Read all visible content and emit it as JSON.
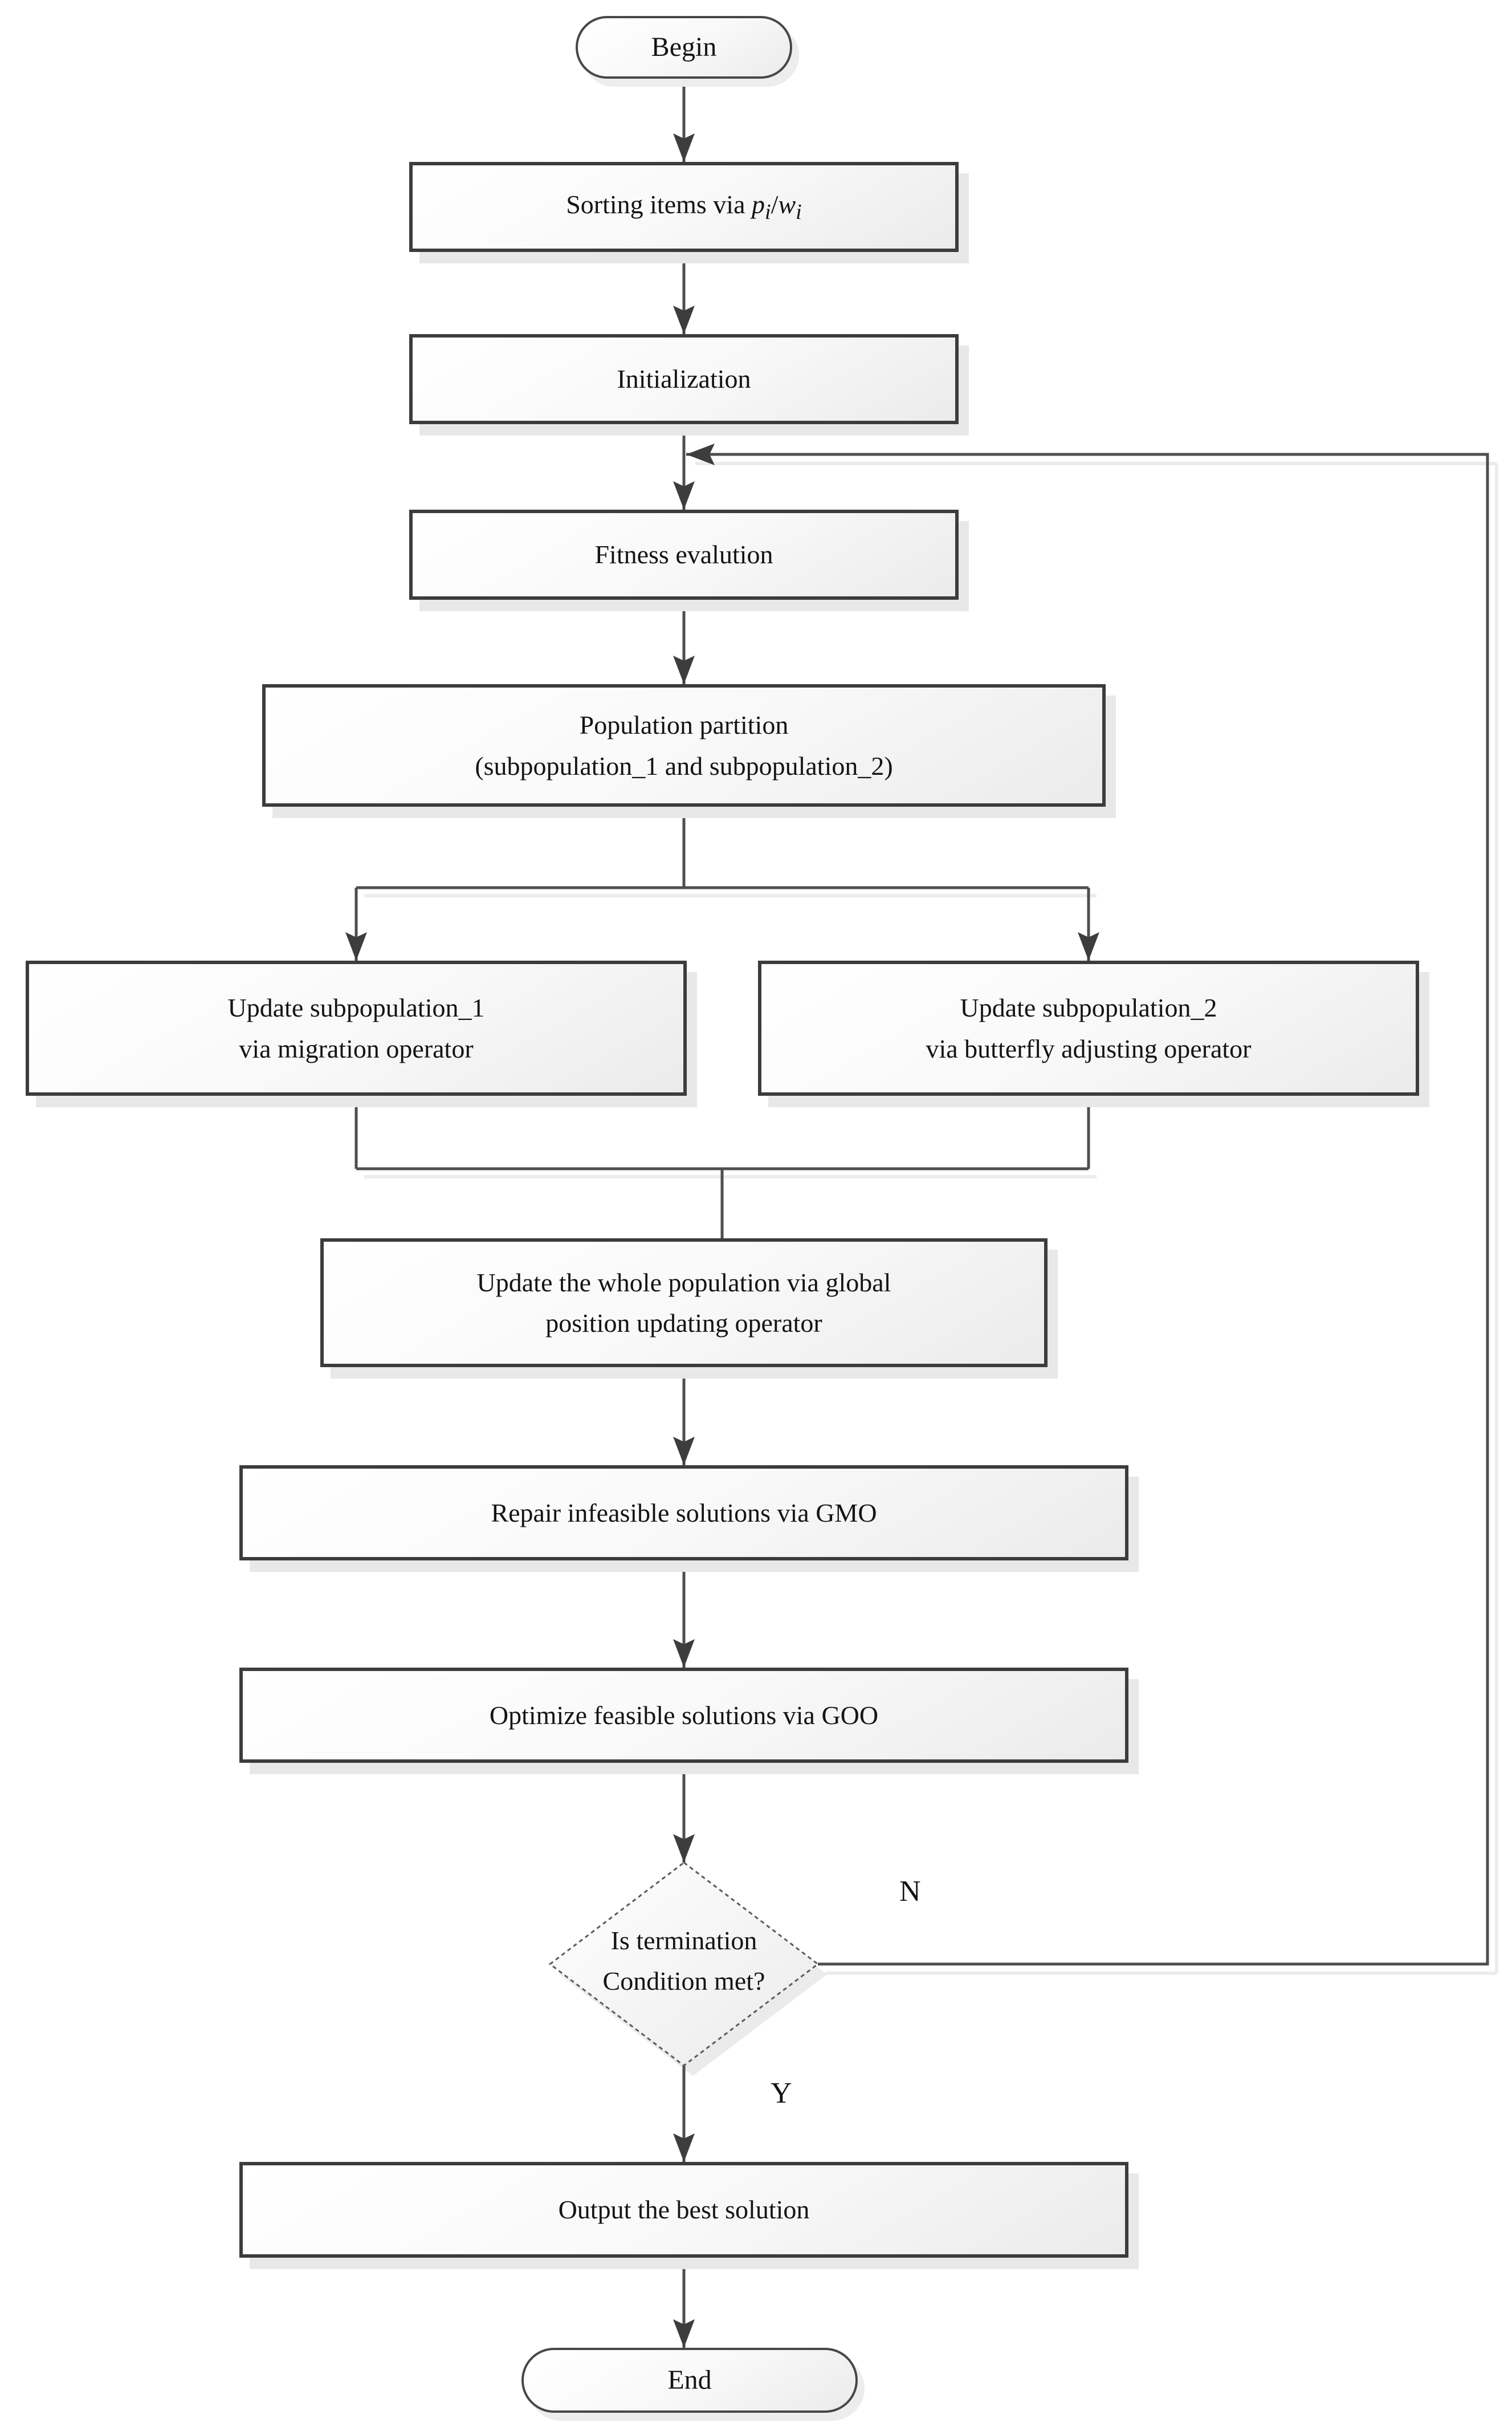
{
  "flowchart": {
    "nodes": {
      "begin": {
        "type": "terminator",
        "label": "Begin"
      },
      "sorting": {
        "type": "process",
        "label_html": "Sorting items via <i>p</i><sub><i>i</i></sub>/<i>w</i><sub><i>i</i></sub>"
      },
      "initialization": {
        "type": "process",
        "label": "Initialization"
      },
      "fitness": {
        "type": "process",
        "label": "Fitness evalution"
      },
      "partition": {
        "type": "process",
        "label": "Population partition\n(subpopulation_1 and subpopulation_2)"
      },
      "update_sub1": {
        "type": "process",
        "label": "Update subpopulation_1\nvia migration operator"
      },
      "update_sub2": {
        "type": "process",
        "label": "Update subpopulation_2\nvia butterfly adjusting operator"
      },
      "update_whole": {
        "type": "process",
        "label": "Update the whole population via global\nposition updating operator"
      },
      "repair": {
        "type": "process",
        "label": "Repair infeasible solutions via GMO"
      },
      "optimize": {
        "type": "process",
        "label": "Optimize feasible solutions via GOO"
      },
      "decision": {
        "type": "decision",
        "label": "Is termination\nCondition met?"
      },
      "output": {
        "type": "process",
        "label": "Output the best solution"
      },
      "end": {
        "type": "terminator",
        "label": "End"
      }
    },
    "edge_labels": {
      "no": "N",
      "yes": "Y"
    },
    "colors": {
      "node_border": "#3c3c3c",
      "line": "#4e4e4e",
      "arrow": "#3d3d3d",
      "fill_top": "#ffffff",
      "fill_bottom": "#ececec",
      "shadow": "#e8e8e8",
      "text": "#141414",
      "background": "#ffffff"
    }
  }
}
